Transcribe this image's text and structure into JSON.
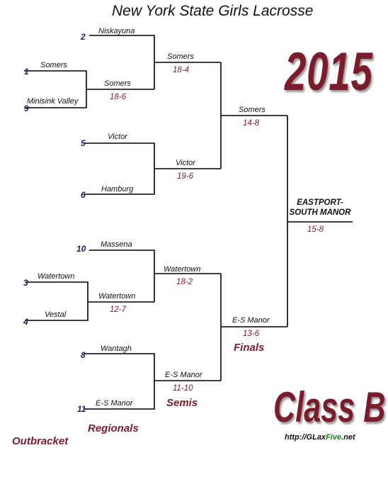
{
  "title": "New York State Girls Lacrosse",
  "year": "2015",
  "class_label": "Class B",
  "url": {
    "prefix": "http://GLax",
    "brand": "Five",
    "suffix": ".net"
  },
  "rounds": {
    "outbracket": "Outbracket",
    "regionals": "Regionals",
    "semis": "Semis",
    "finals": "Finals"
  },
  "seeds": [
    "2",
    "1",
    "9",
    "5",
    "6",
    "10",
    "3",
    "4",
    "8",
    "11"
  ],
  "teams_r1": [
    "Niskayuna",
    "Somers",
    "Minisink Valley",
    "Victor",
    "Hamburg",
    "Massena",
    "Watertown",
    "Vestal",
    "Wantagh",
    "E-S Manor"
  ],
  "outbracket": {
    "team": "Somers",
    "score": "18-6",
    "team2": "Watertown",
    "score2": "12-7"
  },
  "regionals": [
    {
      "team": "Somers",
      "score": "18-4"
    },
    {
      "team": "Victor",
      "score": "19-6"
    },
    {
      "team": "Watertown",
      "score": "18-2"
    },
    {
      "team": "E-S Manor",
      "score": "11-10"
    }
  ],
  "semis": [
    {
      "team": "Somers",
      "score": "14-8"
    },
    {
      "team": "E-S Manor",
      "score": "13-6"
    }
  ],
  "champion": {
    "team": "EASTPORT-SOUTH MANOR",
    "score": "15-8"
  }
}
